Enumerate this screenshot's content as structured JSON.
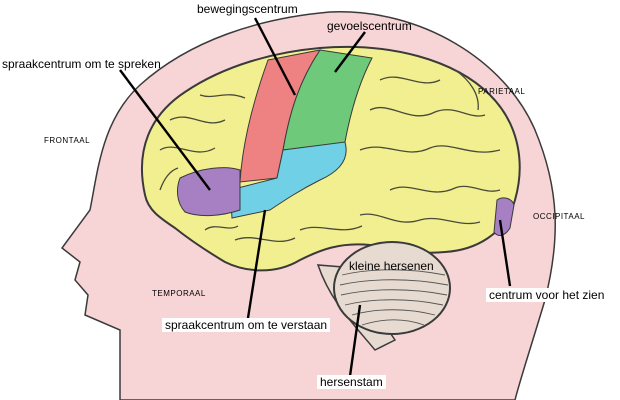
{
  "labels": {
    "beweging": "bewegingscentrum",
    "gevoel": "gevoelscentrum",
    "spraak_spreken": "spraakcentrum om te spreken",
    "frontaal": "FRONTAAL",
    "parietaal": "PARIETAAL",
    "occipitaal": "OCCIPITAAL",
    "temporaal": "TEMPORAAL",
    "kleine_hersenen": "kleine hersenen",
    "centrum_zien": "centrum voor het zien",
    "spraak_verstaan": "spraakcentrum om te verstaan",
    "hersenstam": "hersenstam"
  },
  "colors": {
    "head": "#f7d4d6",
    "brain": "#f1ef8f",
    "motor": "#ee8283",
    "sensory": "#6ec97a",
    "auditory": "#6fd0e6",
    "speech_areas": "#a77fc3",
    "cerebellum": "#e7dbd1",
    "outline": "#3a3a3a"
  }
}
